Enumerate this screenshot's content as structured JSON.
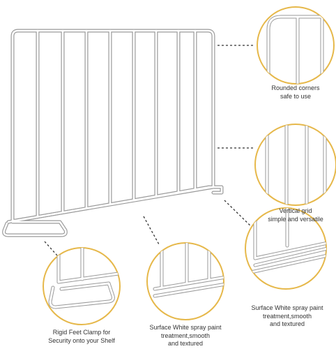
{
  "product": "shelf divider",
  "colors": {
    "accent_ring": "#e6b84a",
    "wire": "#ffffff",
    "wire_edge": "#9a9a9a",
    "leader": "#333333"
  },
  "callouts": [
    {
      "id": "rounded-corners",
      "lines": [
        "Rounded corners",
        "safe to use"
      ]
    },
    {
      "id": "vertical-grid",
      "lines": [
        "Vertical grid",
        "simple and versatile"
      ]
    },
    {
      "id": "surface-right",
      "lines": [
        "Surface White spray paint",
        "treatment,smooth",
        "and textured"
      ]
    },
    {
      "id": "rigid-feet",
      "lines": [
        "Rigid Feet Clamp for",
        "Security onto your Shelf"
      ]
    },
    {
      "id": "surface-center",
      "lines": [
        "Surface White spray paint",
        "treatment,smooth",
        "and textured"
      ]
    }
  ]
}
